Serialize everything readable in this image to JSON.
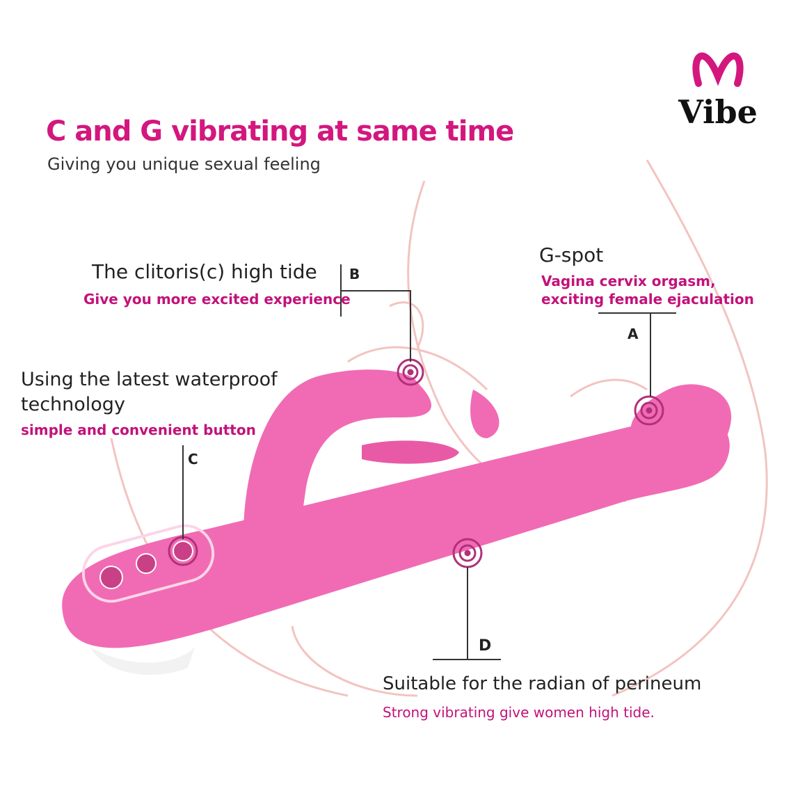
{
  "brand": {
    "name": "Vibe"
  },
  "header": {
    "title": "C and G vibrating at same time",
    "subtitle": "Giving you unique sexual feeling"
  },
  "callouts": {
    "b": {
      "letter": "B",
      "heading": "The clitoris(c) high tide",
      "description": "Give you more excited experience"
    },
    "a": {
      "letter": "A",
      "heading": "G-spot",
      "description_line1": "Vagina cervix orgasm,",
      "description_line2": "exciting female ejaculation"
    },
    "c": {
      "letter": "C",
      "heading_line1": "Using the latest waterproof",
      "heading_line2": "technology",
      "description": "simple and convenient button"
    },
    "d": {
      "letter": "D",
      "heading": "Suitable for the radian of perineum",
      "description": "Strong vibrating give women  high tide."
    }
  },
  "colors": {
    "accent": "#d3177e",
    "product": "#f06bb4",
    "outline": "#f2c4c0"
  }
}
